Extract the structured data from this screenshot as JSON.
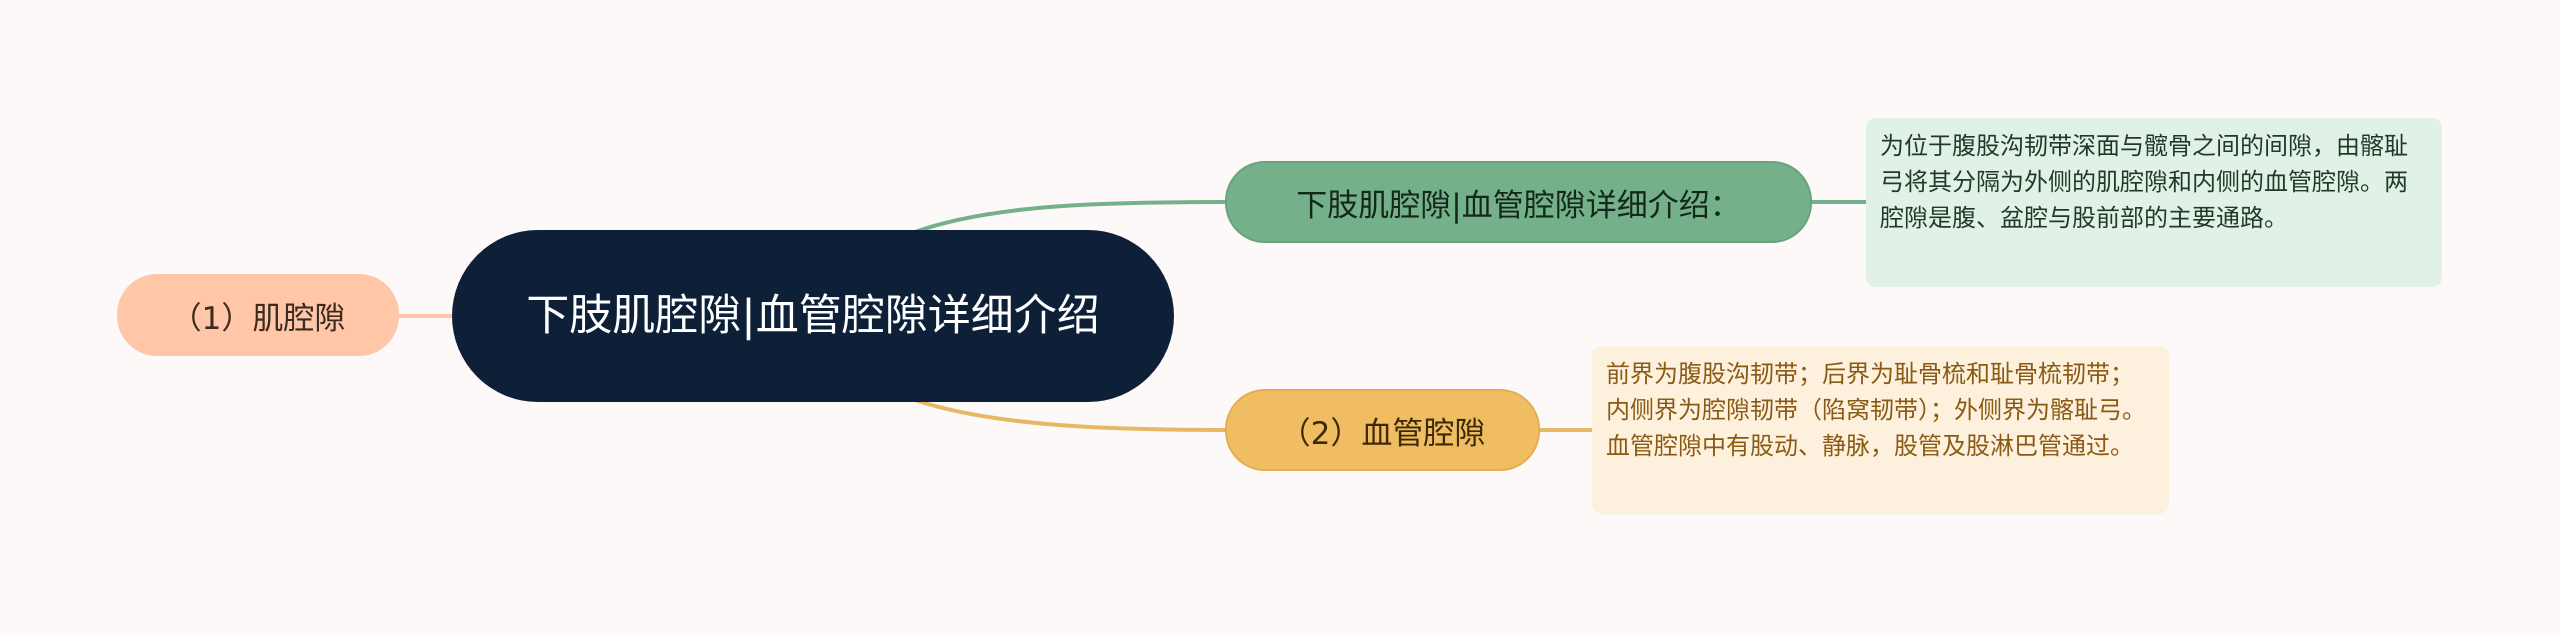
{
  "mindmap": {
    "root": "下肢肌腔隙|血管腔隙详细介绍",
    "left_branch": {
      "label": "（1）肌腔隙",
      "color": "#ffc6a8"
    },
    "top_branch": {
      "label": "下肢肌腔隙|血管腔隙详细介绍：",
      "color": "#74b089",
      "detail": "为位于腹股沟韧带深面与髋骨之间的间隙，由髂耻弓将其分隔为外侧的肌腔隙和内侧的血管腔隙。两腔隙是腹、盆腔与股前部的主要通路。"
    },
    "bottom_branch": {
      "label": "（2）血管腔隙",
      "color": "#f0bd62",
      "detail": "前界为腹股沟韧带；后界为耻骨梳和耻骨梳韧带；内侧界为腔隙韧带（陷窝韧带）；外侧界为髂耻弓。血管腔隙中有股动、静脉，股管及股淋巴管通过。"
    }
  }
}
